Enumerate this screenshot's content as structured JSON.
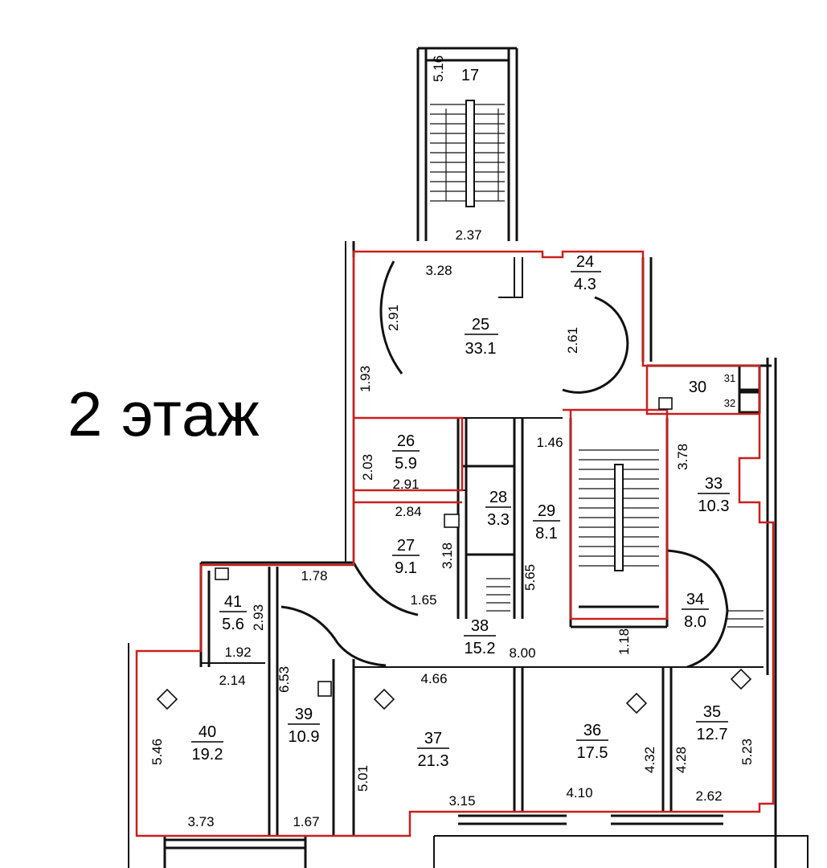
{
  "floor_label": "2 этаж",
  "rooms": [
    {
      "id": "17",
      "area": ""
    },
    {
      "id": "24",
      "area": "4.3"
    },
    {
      "id": "25",
      "area": "33.1"
    },
    {
      "id": "26",
      "area": "5.9"
    },
    {
      "id": "27",
      "area": "9.1"
    },
    {
      "id": "28",
      "area": "3.3"
    },
    {
      "id": "29",
      "area": "8.1"
    },
    {
      "id": "30",
      "area": ""
    },
    {
      "id": "31",
      "area": ""
    },
    {
      "id": "32",
      "area": ""
    },
    {
      "id": "33",
      "area": "10.3"
    },
    {
      "id": "34",
      "area": "8.0"
    },
    {
      "id": "35",
      "area": "12.7"
    },
    {
      "id": "36",
      "area": "17.5"
    },
    {
      "id": "37",
      "area": "21.3"
    },
    {
      "id": "38",
      "area": "15.2"
    },
    {
      "id": "39",
      "area": "10.9"
    },
    {
      "id": "40",
      "area": "19.2"
    },
    {
      "id": "41",
      "area": "5.6"
    }
  ],
  "dimensions": [
    "5.16",
    "2.37",
    "3.28",
    "2.91",
    "2.61",
    "1.93",
    "2.03",
    "2.91",
    "2.84",
    "3.18",
    "1.65",
    "1.46",
    "5.65",
    "3.78",
    "1.18",
    "8.00",
    "1.78",
    "2.93",
    "1.92",
    "2.14",
    "6.53",
    "4.66",
    "5.46",
    "3.73",
    "1.67",
    "5.01",
    "3.15",
    "4.10",
    "4.32",
    "4.28",
    "5.23",
    "2.62"
  ],
  "colors": {
    "outline": "#c8201e",
    "walls": "#111111"
  }
}
